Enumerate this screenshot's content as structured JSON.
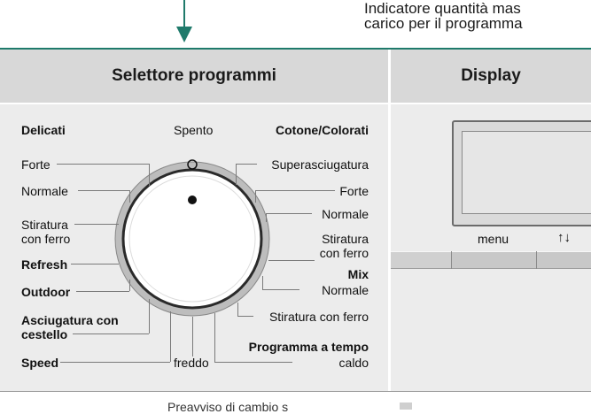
{
  "annotations": {
    "top_note_line1": "Indicatore quantità mas",
    "top_note_line2": "carico per il programma",
    "bottom_note": "Preavviso di cambio s"
  },
  "headers": {
    "left": "Selettore programmi",
    "right": "Display"
  },
  "dial": {
    "top_label": "Spento",
    "bottom_label": "freddo"
  },
  "left_programs": {
    "group1_title": "Delicati",
    "forte": "Forte",
    "normale": "Normale",
    "stiratura_1": "Stiratura",
    "stiratura_2": "con ferro",
    "refresh": "Refresh",
    "outdoor": "Outdoor",
    "asciugatura_1": "Asciugatura con",
    "asciugatura_2": "cestello",
    "speed": "Speed"
  },
  "right_programs": {
    "group1_title": "Cotone/Colorati",
    "superasciugatura": "Superasciugatura",
    "forte": "Forte",
    "normale": "Normale",
    "stiratura_1": "Stiratura",
    "stiratura_2": "con ferro",
    "mix_title": "Mix",
    "mix_normale": "Normale",
    "mix_stiratura": "Stiratura con ferro",
    "tempo_title": "Programma a tempo",
    "tempo_caldo": "caldo"
  },
  "display_buttons": {
    "menu": "menu",
    "arrows": "↑↓"
  },
  "colors": {
    "accent_teal": "#1f7a6b",
    "panel": "#ececec",
    "header": "#d8d8d8"
  }
}
